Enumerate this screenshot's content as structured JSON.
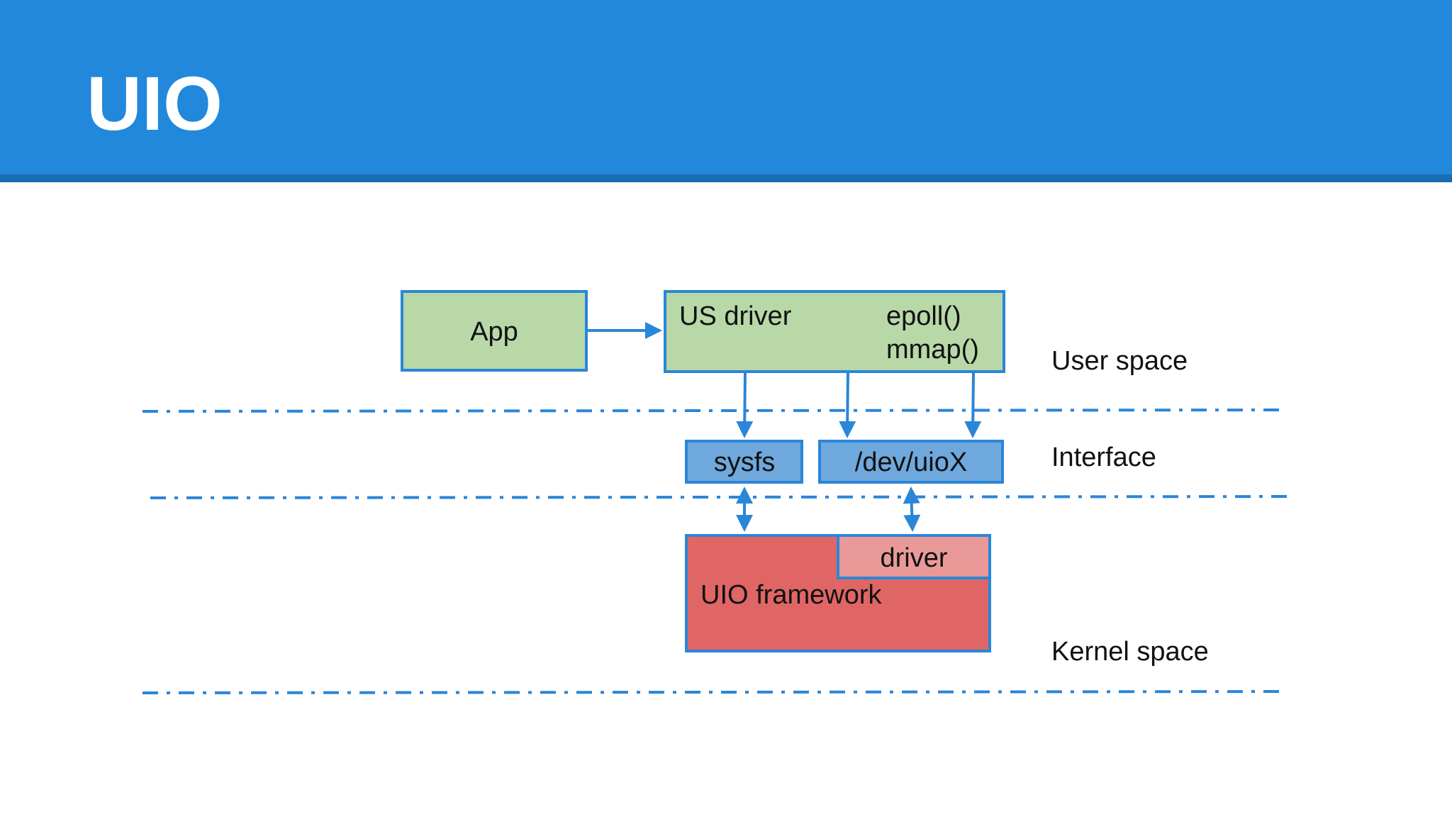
{
  "slide": {
    "title": "UIO"
  },
  "colors": {
    "header": "#2188dc",
    "header_band": "#1a6db3",
    "line": "#2a86d8",
    "user_box": "#b8d8a8",
    "interface_box": "#6fa8dc",
    "framework_box": "#e06666",
    "driver_box": "#ea9999"
  },
  "diagram": {
    "app": "App",
    "us_driver": {
      "label": "US driver",
      "calls": [
        "epoll()",
        "mmap()"
      ]
    },
    "sysfs": "sysfs",
    "dev_uio": "/dev/uioX",
    "uio_framework": "UIO framework",
    "driver": "driver",
    "layers": {
      "user": "User space",
      "interface": "Interface",
      "kernel": "Kernel space"
    }
  }
}
